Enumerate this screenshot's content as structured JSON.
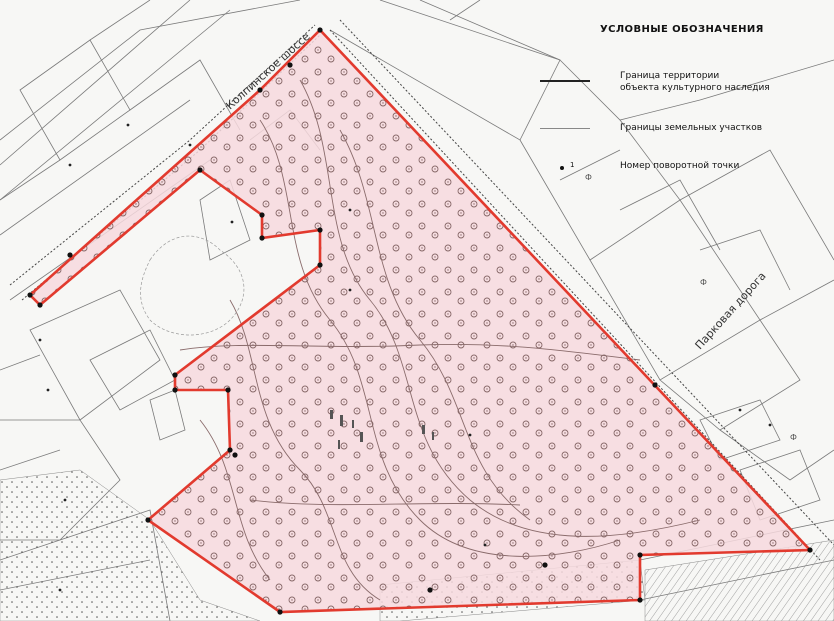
{
  "legend": {
    "title": "УСЛОВНЫЕ ОБОЗНАЧЕНИЯ",
    "items": [
      {
        "label_line1": "Граница территории",
        "label_line2": "объекта культурного наследия",
        "symbol": "thick-black-line"
      },
      {
        "label_line1": "Границы земельных участков",
        "label_line2": "",
        "symbol": "thin-gray-line"
      },
      {
        "label_line1": "Номер поворотной точки",
        "label_line2": "",
        "symbol": "dot-with-number"
      }
    ],
    "marker_number": "1"
  },
  "streets": {
    "street_1": "Колпинское шоссе",
    "street_2": "Парковая дорога"
  },
  "parcel_labels": [
    "Ф",
    "Ф",
    "Ф"
  ],
  "colors": {
    "boundary": "#e23a2e",
    "territory_fill": "#f7d9de",
    "parcel_lines": "#777777",
    "contours": "#8a6b6b",
    "background": "#f7f7f5",
    "hatch_area": "#6b6b6b"
  }
}
